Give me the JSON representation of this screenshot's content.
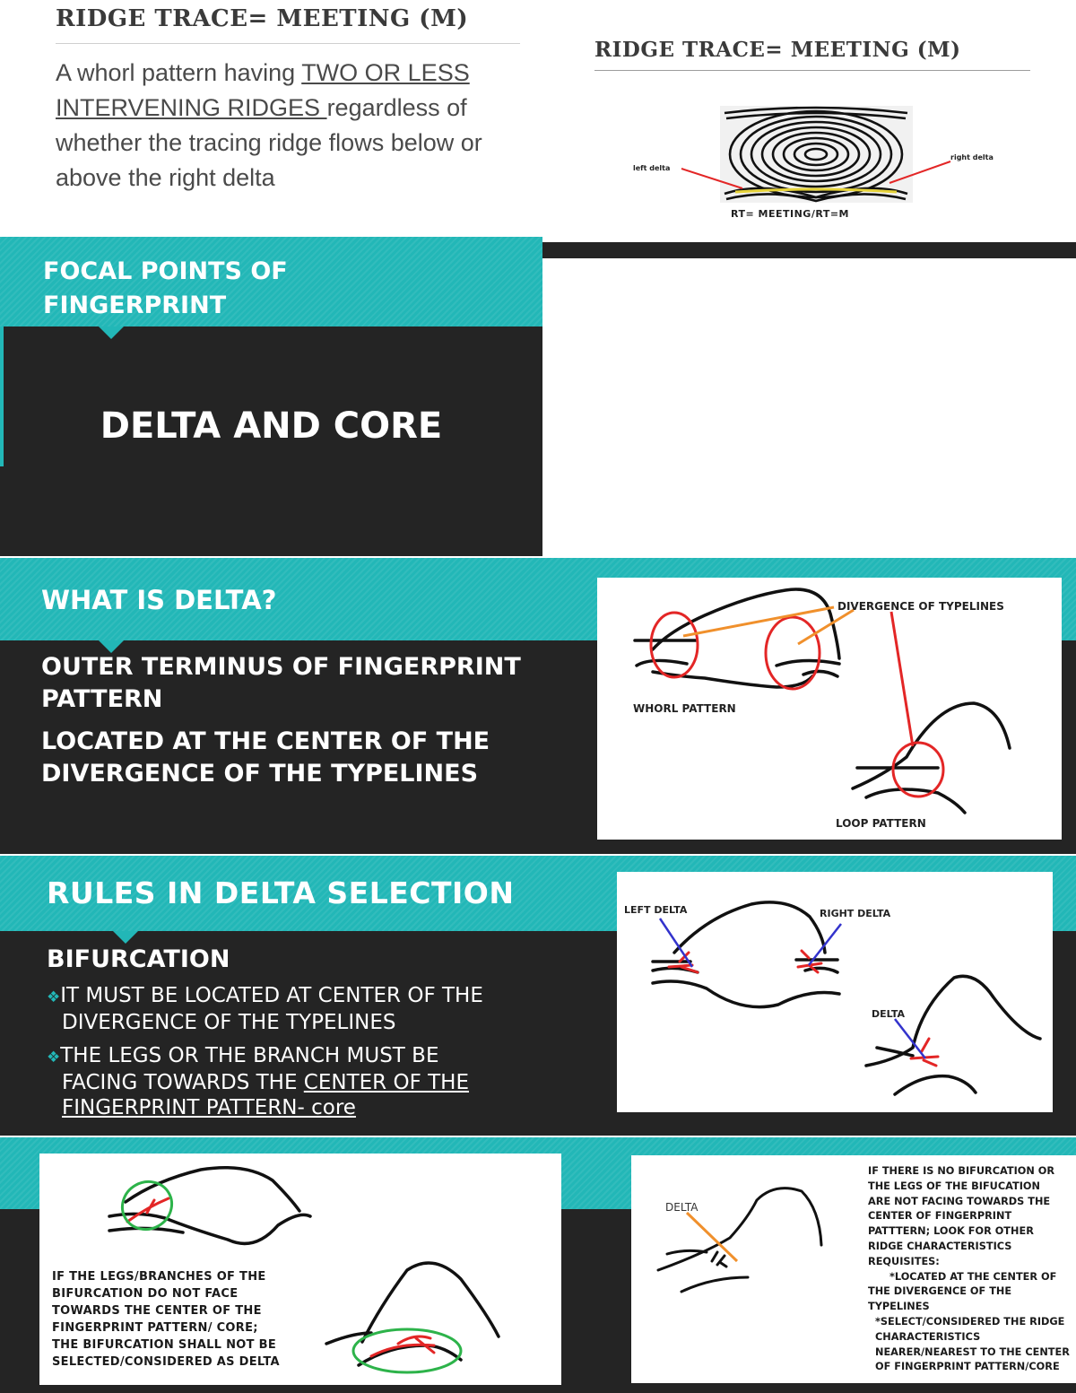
{
  "slide1_left": {
    "title": "RIDGE TRACE= MEETING (M)",
    "body_part1": "A whorl pattern having ",
    "body_underlined": "TWO OR LESS INTERVENING RIDGES ",
    "body_part2": "regardless of whether the tracing ridge flows below or above the right delta"
  },
  "slide1_right": {
    "title": "RIDGE TRACE= MEETING (M)",
    "left_delta": "left delta",
    "right_delta": "right delta",
    "caption": "RT= MEETING/RT=M"
  },
  "slide2": {
    "header_line1": "FOCAL POINTS OF",
    "header_line2": "FINGERPRINT",
    "subtitle": "DELTA AND CORE"
  },
  "slide3": {
    "header": "WHAT IS DELTA?",
    "point1_line1": "OUTER TERMINUS OF FINGERPRINT",
    "point1_line2": "PATTERN",
    "point2_line1": "LOCATED AT THE CENTER OF THE",
    "point2_line2": "DIVERGENCE OF THE TYPELINES",
    "diagram": {
      "label_divergence": "DIVERGENCE OF TYPELINES",
      "label_whorl": "WHORL PATTERN",
      "label_loop": "LOOP PATTERN"
    }
  },
  "slide4": {
    "header": "RULES IN DELTA SELECTION",
    "subheader": "BIFURCATION",
    "bullet1_line1": "IT MUST BE LOCATED AT CENTER OF THE",
    "bullet1_line2": "DIVERGENCE OF THE TYPELINES",
    "bullet2_line1": "THE LEGS OR THE BRANCH MUST BE",
    "bullet2_line2_plain": "FACING TOWARDS THE ",
    "bullet2_line2_u": "CENTER OF THE",
    "bullet2_line3_u": "FINGERPRINT PATTERN- core",
    "diagram": {
      "left_delta": "LEFT DELTA",
      "right_delta": "RIGHT DELTA",
      "delta": "DELTA"
    }
  },
  "slide5_left": {
    "text_lines": [
      "IF THE LEGS/BRANCHES OF THE",
      "BIFURCATION DO NOT FACE",
      "TOWARDS THE CENTER OF THE",
      "FINGERPRINT PATTERN/ CORE;",
      "THE BIFURCATION  SHALL NOT BE",
      "SELECTED/CONSIDERED AS DELTA"
    ]
  },
  "slide5_right": {
    "delta_label": "DELTA",
    "text_lines": [
      "IF THERE IS NO BIFURCATION OR",
      "THE LEGS OF THE BIFUCATION",
      "ARE NOT FACING TOWARDS THE",
      "CENTER OF FINGERPRINT",
      "PATTTERN; LOOK FOR OTHER",
      "RIDGE CHARACTERISTICS",
      "REQUISITES:",
      "*LOCATED AT THE CENTER OF",
      "THE DIVERGENCE OF THE",
      "TYPELINES",
      "*SELECT/CONSIDERED THE RIDGE",
      "CHARACTERISTICS",
      "NEARER/NEAREST TO THE CENTER",
      "OF FINGERPRINT PATTERN/CORE"
    ]
  },
  "colors": {
    "teal": "#22b7b7",
    "dark": "#242424",
    "red": "#e32626",
    "orange": "#f0902c",
    "blue": "#3333cc",
    "green": "#2db34a"
  }
}
